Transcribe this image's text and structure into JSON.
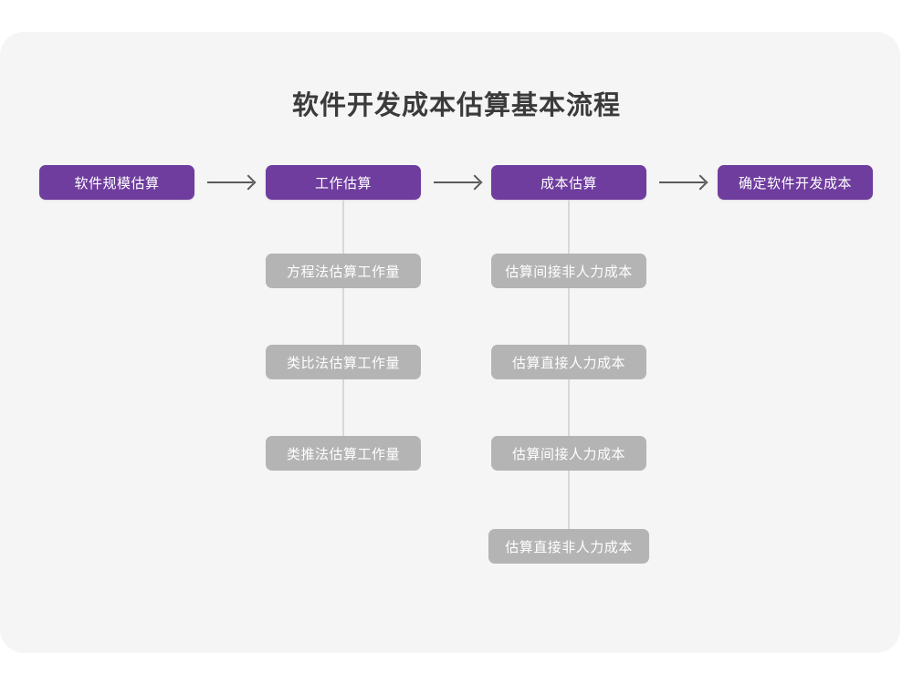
{
  "diagram": {
    "title": "软件开发成本估算基本流程",
    "colors": {
      "page_background": "#ffffff",
      "card_background": "#f5f5f5",
      "primary_node": "#6f3d9e",
      "secondary_node": "#b4b4b4",
      "node_text": "#ffffff",
      "title_text": "#3b3b3b",
      "arrow": "#5a5a5a",
      "connector_line": "#d8d8d8"
    },
    "main_flow": [
      {
        "id": "step-1",
        "label": "软件规模估算"
      },
      {
        "id": "step-2",
        "label": "工作估算"
      },
      {
        "id": "step-3",
        "label": "成本估算"
      },
      {
        "id": "step-4",
        "label": "确定软件开发成本"
      }
    ],
    "arrows": [
      {
        "id": "arrow-1",
        "from": "step-1",
        "to": "step-2",
        "glyph": "arrow-right-icon"
      },
      {
        "id": "arrow-2",
        "from": "step-2",
        "to": "step-3",
        "glyph": "arrow-right-icon"
      },
      {
        "id": "arrow-3",
        "from": "step-3",
        "to": "step-4",
        "glyph": "arrow-right-icon"
      }
    ],
    "branches": [
      {
        "parent": "step-2",
        "parent_label": "工作估算",
        "items": [
          {
            "id": "effort-1",
            "label": "方程法估算工作量"
          },
          {
            "id": "effort-2",
            "label": "类比法估算工作量"
          },
          {
            "id": "effort-3",
            "label": "类推法估算工作量"
          }
        ]
      },
      {
        "parent": "step-3",
        "parent_label": "成本估算",
        "items": [
          {
            "id": "cost-1",
            "label": "估算间接非人力成本"
          },
          {
            "id": "cost-2",
            "label": "估算直接人力成本"
          },
          {
            "id": "cost-3",
            "label": "估算间接人力成本"
          },
          {
            "id": "cost-4",
            "label": "估算直接非人力成本"
          }
        ]
      }
    ]
  }
}
